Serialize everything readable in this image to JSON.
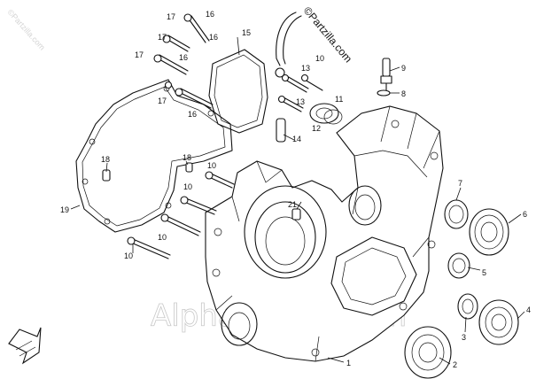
{
  "watermarks": {
    "brand_main": "©Partzilla.com",
    "brand_side": "©Partzilla.com",
    "site": "AlphaSports.com"
  },
  "callouts": {
    "c1": "1",
    "c2": "2",
    "c3": "3",
    "c4": "4",
    "c5": "5",
    "c6": "6",
    "c7": "7",
    "c8": "8",
    "c9": "9",
    "c10a": "10",
    "c10b": "10",
    "c10c": "10",
    "c10d": "10",
    "c10e": "10",
    "c11": "11",
    "c12": "12",
    "c13a": "13",
    "c13b": "13",
    "c14": "14",
    "c15": "15",
    "c16a": "16",
    "c16b": "16",
    "c16c": "16",
    "c16d": "16",
    "c17a": "17",
    "c17b": "17",
    "c17c": "17",
    "c17d": "17",
    "c18a": "18",
    "c18b": "18",
    "c19": "19",
    "c21": "21"
  }
}
